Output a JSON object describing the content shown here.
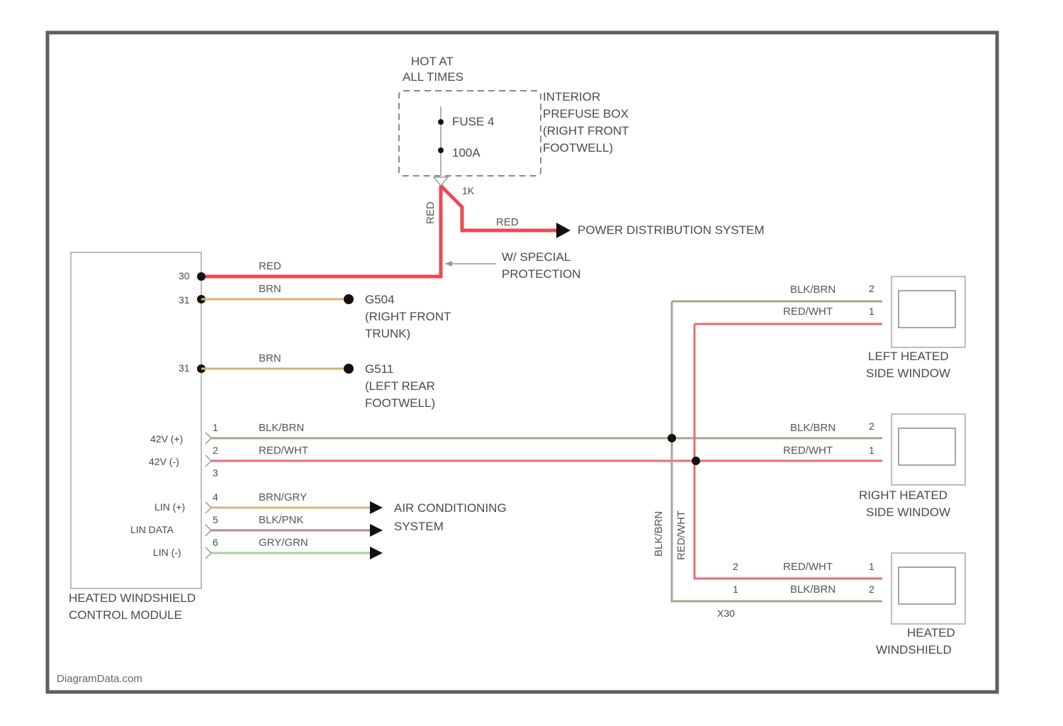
{
  "fuse_box": {
    "hot_label_1": "HOT AT",
    "hot_label_2": "ALL TIMES",
    "fuse_name": "FUSE 4",
    "fuse_rating": "100A",
    "box_name_1": "INTERIOR",
    "box_name_2": "PREFUSE BOX",
    "box_name_3": "(RIGHT FRONT",
    "box_name_4": "FOOTWELL)",
    "pin": "1K"
  },
  "power": {
    "wire_vertical": "RED",
    "wire_to_pds": "RED",
    "pds_label": "POWER DISTRIBUTION SYSTEM",
    "protection_1": "W/ SPECIAL",
    "protection_2": "PROTECTION"
  },
  "module": {
    "name_1": "HEATED WINDSHIELD",
    "name_2": "CONTROL MODULE",
    "pin_power": "30",
    "pin_gnd1": "31",
    "pin_gnd2": "31",
    "pin_42v_pos": "42V (+)",
    "pin_42v_neg": "42V (-)",
    "pin_lin_pos": "LIN (+)",
    "pin_lin_data": "LIN DATA",
    "pin_lin_neg": "LIN (-)"
  },
  "wires": {
    "power_red": "RED",
    "gnd1": "BRN",
    "gnd2": "BRN",
    "w1": "BLK/BRN",
    "w2": "RED/WHT",
    "w4": "BRN/GRY",
    "w5": "BLK/PNK",
    "w6": "GRY/GRN",
    "p1": "1",
    "p2": "2",
    "p3": "3",
    "p4": "4",
    "p5": "5",
    "p6": "6",
    "vert_blk": "BLK/BRN",
    "vert_red": "RED/WHT"
  },
  "grounds": {
    "g1_name": "G504",
    "g1_loc_1": "(RIGHT FRONT",
    "g1_loc_2": "TRUNK)",
    "g2_name": "G511",
    "g2_loc_1": "(LEFT REAR",
    "g2_loc_2": "FOOTWELL)"
  },
  "ac": {
    "label_1": "AIR CONDITIONING",
    "label_2": "SYSTEM"
  },
  "left_window": {
    "wire_top": "BLK/BRN",
    "wire_bottom": "RED/WHT",
    "pin_top": "2",
    "pin_bottom": "1",
    "name_1": "LEFT HEATED",
    "name_2": "SIDE WINDOW"
  },
  "right_window": {
    "wire_top": "BLK/BRN",
    "wire_bottom": "RED/WHT",
    "pin_top": "2",
    "pin_bottom": "1",
    "name_1": "RIGHT HEATED",
    "name_2": "SIDE WINDOW"
  },
  "windshield": {
    "wire_top": "RED/WHT",
    "wire_bottom": "BLK/BRN",
    "pin_top": "1",
    "pin_bottom": "2",
    "conn_pin_top": "2",
    "conn_pin_bottom": "1",
    "connector": "X30",
    "name_1": "HEATED",
    "name_2": "WINDSHIELD"
  },
  "watermark": "DiagramData.com"
}
